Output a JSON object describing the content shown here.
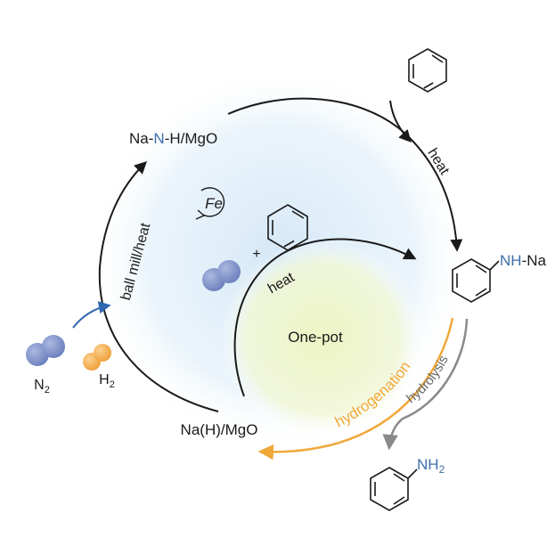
{
  "labels": {
    "na_n_h_prefix": "Na-",
    "na_n_h_n": "N",
    "na_n_h_suffix": "-H/MgO",
    "na_h_mgo": "Na(H)/MgO",
    "fe": "Fe",
    "plus": "+",
    "heat_top": "heat",
    "heat_inner": "heat",
    "ball_mill": "ball mill/heat",
    "one_pot": "One-pot",
    "n2_base": "N",
    "n2_sub": "2",
    "h2_base": "H",
    "h2_sub": "2",
    "nh_na_nh": "NH",
    "nh_na_suffix": "-Na",
    "nh2_base": "NH",
    "nh2_sub": "2",
    "hydrogenation": "hydrogenation",
    "hydrolysis": "hydrolysis"
  },
  "colors": {
    "nitrogen_blue": "#3d6fa8",
    "hydrogen_orange": "#f0a83a",
    "hydrogenation_arrow": "#f0a83a",
    "hydrolysis_arrow": "#8a8a8a",
    "molecule_blue": "#7f93c9",
    "molecule_orange": "#f5b45a",
    "glow_blue": "#d9ebf7",
    "glow_yellow": "#f1f6cf",
    "text": "#1a1a1a"
  },
  "icons": [
    "n2-molecule-icon",
    "h2-molecule-icon",
    "benzene-icon",
    "aniline-icon",
    "sodium-anilide-icon",
    "fe-catalyst-cycle-icon"
  ]
}
